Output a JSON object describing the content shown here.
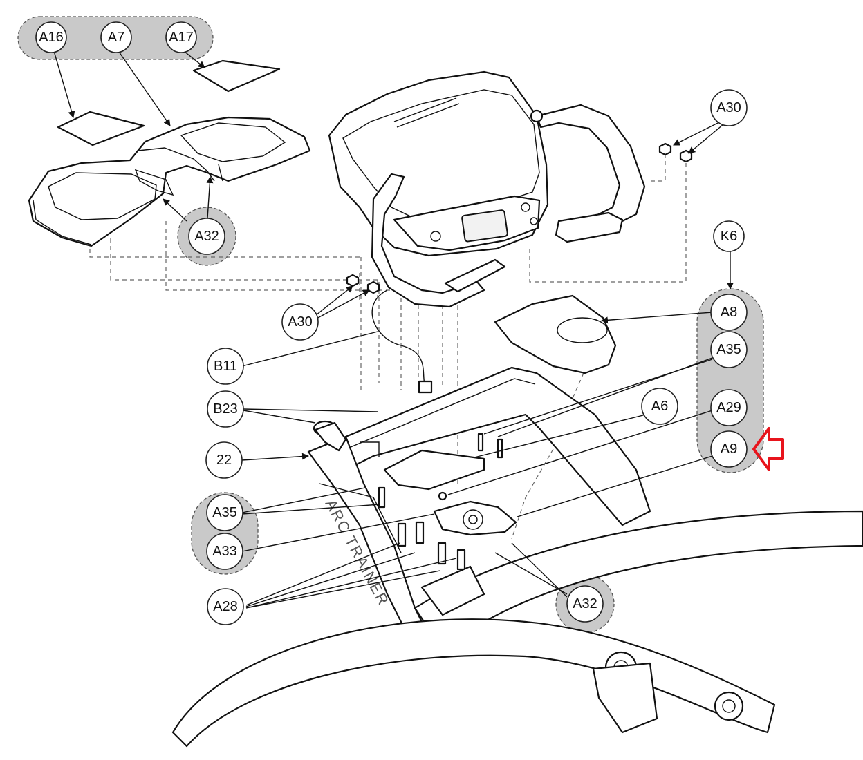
{
  "diagram": {
    "brand_text": "ARC TRAINER",
    "callouts": {
      "a16": "A16",
      "a7": "A7",
      "a17": "A17",
      "a30_right": "A30",
      "a32_top": "A32",
      "a30_left": "A30",
      "k6": "K6",
      "a8": "A8",
      "a35_right": "A35",
      "a29": "A29",
      "a9": "A9",
      "b11": "B11",
      "b23": "B23",
      "a6": "A6",
      "part_22": "22",
      "a35_left": "A35",
      "a33": "A33",
      "a28": "A28",
      "a32_bottom": "A32"
    },
    "highlight_arrow_color": "#e8141c"
  }
}
